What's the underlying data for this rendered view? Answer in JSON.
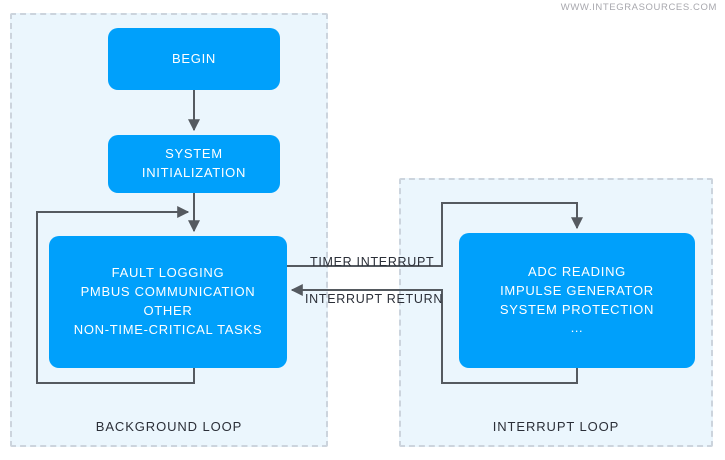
{
  "watermark": "WWW.INTEGRASOURCES.COM",
  "colors": {
    "node_blue": "#00A0FB",
    "panel_fill": "#EBF6FD",
    "panel_border": "#ccd4dd",
    "wire": "#555a60",
    "node_text": "#ffffff",
    "label_text": "#2b2f38",
    "watermark_text": "#a8a8ae"
  },
  "panels": {
    "background_loop": {
      "label": "BACKGROUND LOOP"
    },
    "interrupt_loop": {
      "label": "INTERRUPT LOOP"
    }
  },
  "nodes": {
    "begin": {
      "text": "BEGIN"
    },
    "system_init": {
      "text": "SYSTEM\nINITIALIZATION"
    },
    "background_tasks": {
      "text": "FAULT LOGGING\nPMBUS COMMUNICATION\nOTHER\nNON-TIME-CRITICAL TASKS"
    },
    "interrupt_tasks": {
      "text": "ADC READING\nIMPULSE GENERATOR\nSYSTEM PROTECTION\n…"
    }
  },
  "edges": {
    "timer_interrupt": {
      "label": "TIMER INTERRUPT"
    },
    "interrupt_return": {
      "label": "INTERRUPT RETURN"
    }
  }
}
